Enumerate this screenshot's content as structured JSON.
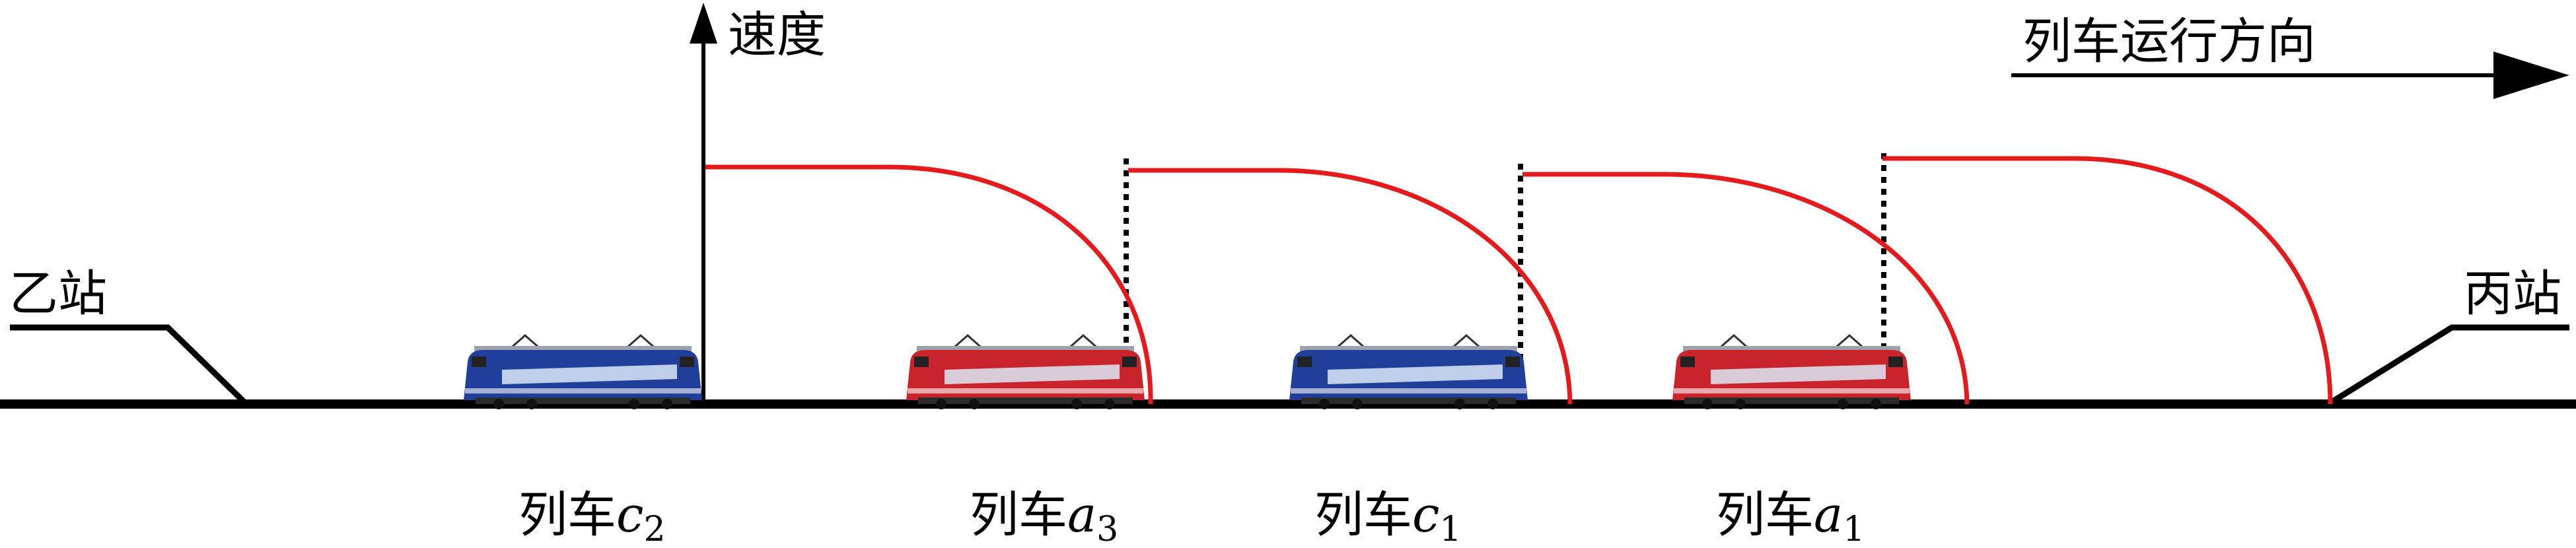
{
  "labels": {
    "axis": "速度",
    "direction": "列车运行方向",
    "station_left": "乙站",
    "station_right": "丙站"
  },
  "trains": [
    {
      "prefix": "列车",
      "letter": "c",
      "sub": "2",
      "livery": "blue"
    },
    {
      "prefix": "列车",
      "letter": "a",
      "sub": "3",
      "livery": "red"
    },
    {
      "prefix": "列车",
      "letter": "c",
      "sub": "1",
      "livery": "blue"
    },
    {
      "prefix": "列车",
      "letter": "a",
      "sub": "1",
      "livery": "red"
    }
  ],
  "colors": {
    "curve": "#e41a1c",
    "track": "#000000",
    "train_blue": "#1f3f9a",
    "train_red": "#c9242b",
    "stripe": "#dce9f7"
  }
}
